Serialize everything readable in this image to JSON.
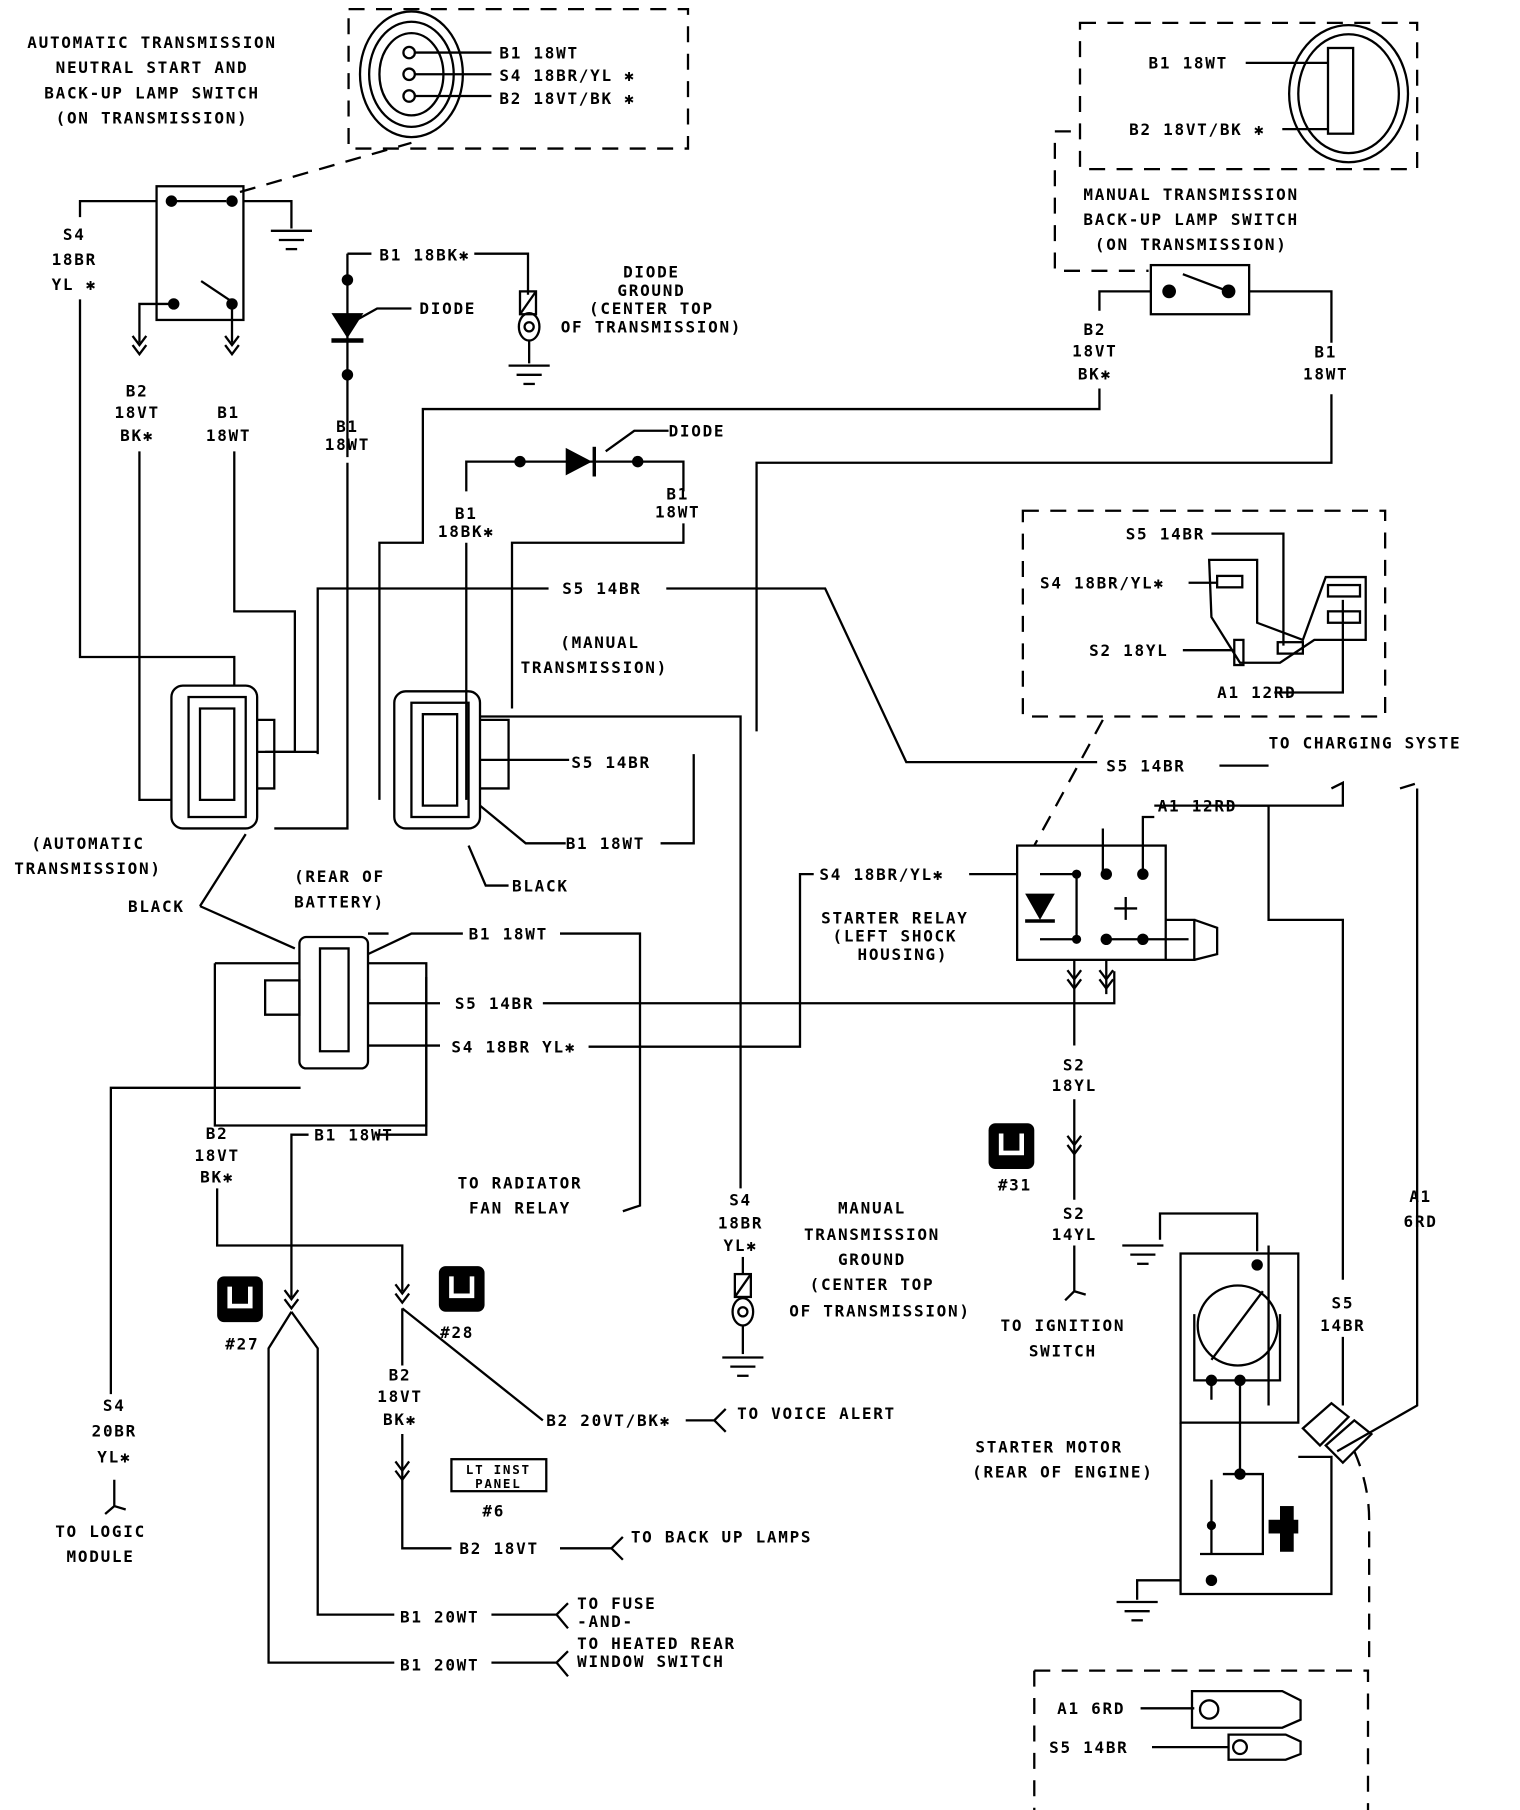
{
  "colors": {
    "ink": "#000000",
    "background": "#ffffff"
  },
  "auto_switch": {
    "title": [
      "AUTOMATIC TRANSMISSION",
      "NEUTRAL START AND",
      "BACK-UP LAMP SWITCH",
      "(ON TRANSMISSION)"
    ],
    "pins": [
      "B1 18WT",
      "S4 18BR/YL ✱",
      "B2 18VT/BK ✱"
    ],
    "s4": [
      "S4",
      "18BR",
      "YL ✱"
    ],
    "b2": [
      "B2",
      "18VT",
      "BK✱"
    ],
    "b1": [
      "B1",
      "18WT"
    ]
  },
  "diode1": {
    "wire": "B1 18BK✱",
    "label": "DIODE",
    "b1": [
      "B1",
      "18WT"
    ]
  },
  "diode_ground": [
    "DIODE",
    "GROUND",
    "(CENTER TOP",
    "OF TRANSMISSION)"
  ],
  "diode2": {
    "label": "DIODE",
    "left": [
      "B1",
      "18BK✱"
    ],
    "right": [
      "B1",
      "18WT"
    ]
  },
  "manual_switch": {
    "pins": [
      "B1 18WT",
      "B2 18VT/BK ✱"
    ],
    "title": [
      "MANUAL TRANSMISSION",
      "BACK-UP LAMP SWITCH",
      "(ON TRANSMISSION)"
    ],
    "b2": [
      "B2",
      "18VT",
      "BK✱"
    ],
    "b1": [
      "B1",
      "18WT"
    ]
  },
  "middle": {
    "s5_top": "S5 14BR",
    "manual_trans": [
      "(MANUAL",
      "TRANSMISSION)"
    ],
    "s5_mid": "S5 14BR",
    "b1_mid": "B1 18WT",
    "black_right": "BLACK",
    "auto_trans": [
      "(AUTOMATIC",
      "TRANSMISSION)"
    ],
    "black_left": "BLACK",
    "rear_battery": [
      "(REAR OF",
      "BATTERY)"
    ],
    "s5_right": "S5 14BR"
  },
  "charging_connector": {
    "s5": "S5 14BR",
    "s4": "S4 18BR/YL✱",
    "s2": "S2 18YL",
    "a1": "A1 12RD"
  },
  "to_charging": "TO CHARGING SYSTE",
  "battery": {
    "b1": "B1 18WT",
    "s5": "S5 14BR",
    "s4": "S4 18BR YL✱"
  },
  "relay": {
    "a1": "A1 12RD",
    "s4": "S4 18BR/YL✱",
    "title": [
      "STARTER RELAY",
      "(LEFT SHOCK",
      "HOUSING)"
    ],
    "s2a": [
      "S2",
      "18YL"
    ],
    "s2b": [
      "S2",
      "14YL"
    ],
    "to_ignition": [
      "TO IGNITION",
      "SWITCH"
    ]
  },
  "connectors": {
    "c31": "#31",
    "c27": "#27",
    "c28": "#28",
    "c6": "#6",
    "lt_inst": [
      "LT INST",
      "PANEL"
    ]
  },
  "lower_left": {
    "b1_18wt": "B1 18WT",
    "b2": [
      "B2",
      "18VT",
      "BK✱"
    ],
    "s4": [
      "S4",
      "20BR",
      "YL✱"
    ],
    "to_logic": [
      "TO LOGIC",
      "MODULE"
    ],
    "to_radiator": [
      "TO RADIATOR",
      "FAN RELAY"
    ],
    "b2_lower": [
      "B2",
      "18VT",
      "BK✱"
    ],
    "b2_20": "B2 20VT/BK✱",
    "to_voice": "TO VOICE ALERT",
    "b2_18": "B2 18VT",
    "to_backup": "TO BACK UP LAMPS",
    "b1_20a": "B1 20WT",
    "to_fuse": [
      "TO FUSE",
      "-AND-"
    ],
    "b1_20b": "B1 20WT",
    "to_heated": [
      "TO HEATED REAR",
      "WINDOW SWITCH"
    ]
  },
  "manual_ground": {
    "s4": [
      "S4",
      "18BR",
      "YL✱"
    ],
    "title": [
      "MANUAL",
      "TRANSMISSION",
      "GROUND",
      "(CENTER TOP",
      "OF TRANSMISSION)"
    ]
  },
  "starter": {
    "title": [
      "STARTER MOTOR",
      "(REAR OF ENGINE)"
    ],
    "a1": [
      "A1",
      "6RD"
    ],
    "s5": [
      "S5",
      "14BR"
    ]
  },
  "terminal_box": {
    "a1": "A1 6RD",
    "s5": "S5 14BR"
  }
}
